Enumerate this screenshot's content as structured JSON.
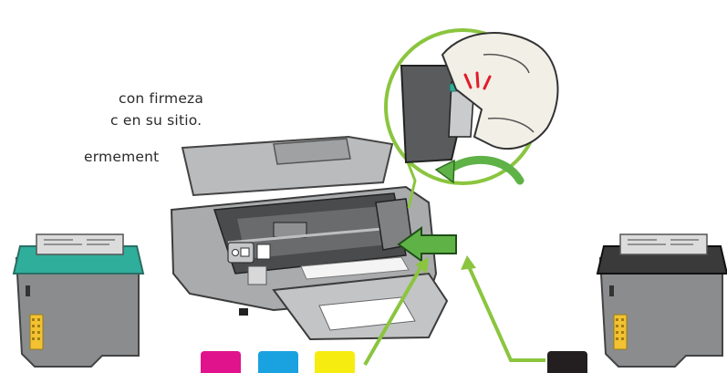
{
  "instructions": {
    "line1": "con firmeza",
    "line2": "c en su sitio.",
    "line3": "ermement"
  },
  "colors": {
    "magenta": "#e0138c",
    "cyan": "#1aa1e0",
    "yellow": "#f7ec0f",
    "black": "#231f20",
    "accent_green": "#8bc53f",
    "arrow_green": "#5fb246"
  },
  "icons": [
    "tricolor-cartridge-icon",
    "printer-icon",
    "black-cartridge-icon",
    "insert-arrow-icon",
    "snap-click-icon"
  ]
}
